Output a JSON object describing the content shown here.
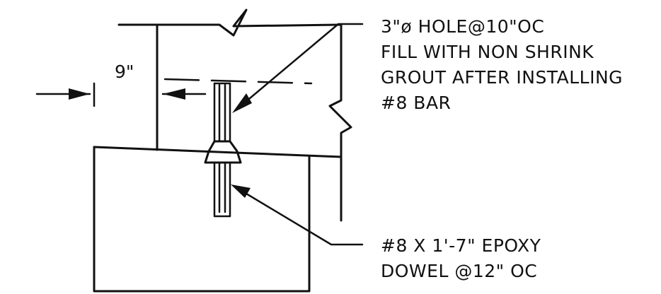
{
  "dimension": {
    "label": "9\""
  },
  "notes": {
    "upper": [
      "3\"ø HOLE@10\"OC",
      "FILL WITH NON SHRINK",
      "GROUT AFTER INSTALLING",
      "#8 BAR"
    ],
    "lower": [
      "#8 X 1'-7\" EPOXY",
      "DOWEL @12\" OC"
    ]
  },
  "colors": {
    "linework": "#111111",
    "background": "#ffffff"
  }
}
